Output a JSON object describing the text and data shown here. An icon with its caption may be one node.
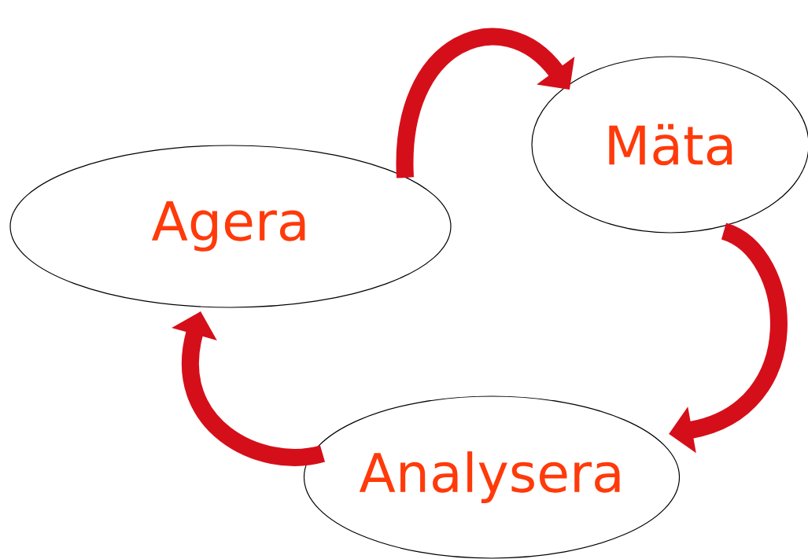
{
  "diagram": {
    "nodes": [
      {
        "text": [
          "Agera"
        ]
      },
      {
        "text": [
          "Mäta"
        ]
      },
      {
        "text": [
          "Analysera"
        ]
      }
    ],
    "edges": [
      {
        "from": 0,
        "to": 1,
        "arrow": "to"
      },
      {
        "from": 1,
        "to": 2,
        "arrow": "to"
      },
      {
        "from": 2,
        "to": 0,
        "arrow": "to"
      }
    ]
  }
}
